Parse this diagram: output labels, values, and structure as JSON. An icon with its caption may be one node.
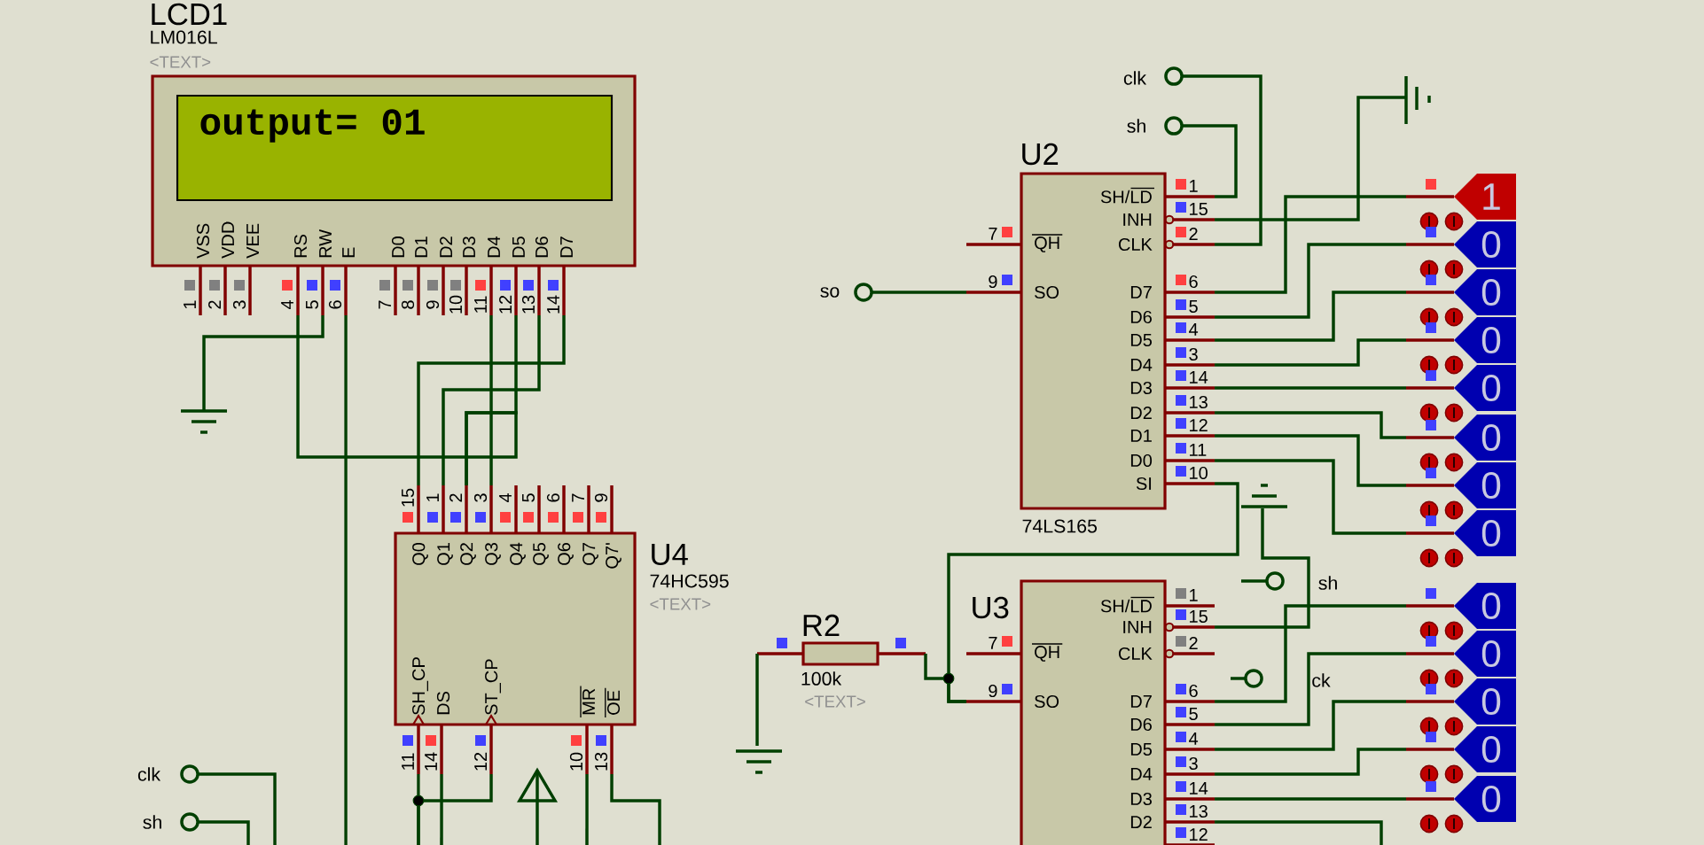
{
  "diagram": {
    "nodes": [
      {
        "text": [
          "LCD1",
          "VSS",
          "VDD",
          "VEE",
          "RS",
          "RW",
          "E",
          "D0",
          "D1",
          "D2",
          "D3",
          "D4",
          "D5",
          "D6",
          "D7"
        ],
        "beside": [
          "LM016L",
          "<TEXT>",
          "1",
          "2",
          "3",
          "4",
          "5",
          "6",
          "7",
          "8",
          "9",
          "10",
          "11",
          "12",
          "13",
          "14"
        ]
      },
      {
        "text": [
          "output= 01"
        ],
        "in": 0
      },
      {
        "text": [
          "U4",
          "Q0",
          "Q1",
          "Q2",
          "Q3",
          "Q4",
          "Q5",
          "Q6",
          "Q7",
          "Q7'",
          "SH_CP",
          "DS",
          "ST_CP",
          "MR",
          "OE"
        ],
        "beside": [
          "74HC595",
          "<TEXT>",
          "15",
          "1",
          "2",
          "3",
          "4",
          "5",
          "6",
          "7",
          "9",
          "11",
          "14",
          "12",
          "10",
          "13"
        ]
      },
      {
        "text": [
          "U2",
          "SH/LD",
          "INH",
          "CLK",
          "QH",
          "SO",
          "D7",
          "D6",
          "D5",
          "D4",
          "D3",
          "D2",
          "D1",
          "D0",
          "SI"
        ],
        "beside": [
          "74LS165",
          "1",
          "15",
          "2",
          "7",
          "9",
          "6",
          "5",
          "4",
          "3",
          "14",
          "13",
          "12",
          "11",
          "10"
        ]
      },
      {
        "text": [
          "U3",
          "SH/LD",
          "INH",
          "CLK",
          "QH",
          "SO",
          "D7",
          "D6",
          "D5",
          "D4",
          "D3",
          "D2"
        ],
        "beside": [
          "1",
          "15",
          "2",
          "7",
          "9",
          "6",
          "5",
          "4",
          "3",
          "14",
          "13",
          "12"
        ]
      },
      {
        "text": [
          "R2"
        ],
        "beside": [
          "100k",
          "<TEXT>"
        ]
      },
      {
        "text": [
          "clk"
        ]
      },
      {
        "text": [
          "sh"
        ]
      },
      {
        "text": [
          "so"
        ]
      },
      {
        "text": [
          "sh"
        ]
      },
      {
        "text": [
          "ck"
        ]
      },
      {
        "text": [
          "clk"
        ]
      },
      {
        "text": [
          "sh"
        ]
      },
      {
        "text": [
          "1"
        ]
      },
      {
        "text": [
          "0"
        ]
      },
      {
        "text": [
          "0"
        ]
      },
      {
        "text": [
          "0"
        ]
      },
      {
        "text": [
          "0"
        ]
      },
      {
        "text": [
          "0"
        ]
      },
      {
        "text": [
          "0"
        ]
      },
      {
        "text": [
          "0"
        ]
      },
      {
        "text": [
          "0"
        ]
      },
      {
        "text": [
          "0"
        ]
      },
      {
        "text": [
          "0"
        ]
      },
      {
        "text": [
          "0"
        ]
      },
      {
        "text": [
          "0"
        ]
      },
      {
        "text": [],
        "shape": "ground"
      },
      {
        "text": [],
        "shape": "ground"
      },
      {
        "text": [],
        "shape": "ground"
      },
      {
        "text": [],
        "shape": "battery"
      },
      {
        "text": [],
        "shape": "triangle"
      }
    ],
    "edges": [
      {
        "from": 0,
        "to": 2,
        "arrow": "none"
      },
      {
        "from": 0,
        "to": 2,
        "arrow": "none"
      },
      {
        "from": 0,
        "to": 2,
        "arrow": "none"
      },
      {
        "from": 0,
        "to": 2,
        "arrow": "none"
      },
      {
        "from": 0,
        "to": 2,
        "arrow": "none"
      },
      {
        "from": 0,
        "to": 26,
        "arrow": "none"
      },
      {
        "from": 0,
        "to": null,
        "arrow": "none"
      },
      {
        "from": 2,
        "to": null,
        "arrow": "none"
      },
      {
        "from": 2,
        "to": null,
        "arrow": "none"
      },
      {
        "from": 2,
        "to": null,
        "arrow": "none"
      },
      {
        "from": 2,
        "to": null,
        "arrow": "none"
      },
      {
        "from": 2,
        "to": null,
        "arrow": "none"
      },
      {
        "from": 30,
        "to": null,
        "arrow": "none"
      },
      {
        "from": 11,
        "to": null,
        "arrow": "none"
      },
      {
        "from": 12,
        "to": null,
        "arrow": "none"
      },
      {
        "from": 6,
        "to": 3,
        "arrow": "none"
      },
      {
        "from": 7,
        "to": 3,
        "arrow": "none"
      },
      {
        "from": 8,
        "to": 3,
        "arrow": "none"
      },
      {
        "from": 3,
        "to": 29,
        "arrow": "none"
      },
      {
        "from": 3,
        "to": 13,
        "arrow": "none"
      },
      {
        "from": 3,
        "to": 14,
        "arrow": "none"
      },
      {
        "from": 3,
        "to": 15,
        "arrow": "none"
      },
      {
        "from": 3,
        "to": 16,
        "arrow": "none"
      },
      {
        "from": 3,
        "to": 17,
        "arrow": "none"
      },
      {
        "from": 3,
        "to": 18,
        "arrow": "none"
      },
      {
        "from": 3,
        "to": 19,
        "arrow": "none"
      },
      {
        "from": 3,
        "to": 20,
        "arrow": "none"
      },
      {
        "from": 3,
        "to": 4,
        "arrow": "none"
      },
      {
        "from": 5,
        "to": 4,
        "arrow": "none"
      },
      {
        "from": 5,
        "to": 27,
        "arrow": "none"
      },
      {
        "from": 28,
        "to": 4,
        "arrow": "none"
      },
      {
        "from": 9,
        "to": null,
        "arrow": "none"
      },
      {
        "from": 10,
        "to": null,
        "arrow": "none"
      },
      {
        "from": 4,
        "to": 21,
        "arrow": "none"
      },
      {
        "from": 4,
        "to": 22,
        "arrow": "none"
      },
      {
        "from": 4,
        "to": 23,
        "arrow": "none"
      },
      {
        "from": 4,
        "to": 24,
        "arrow": "none"
      },
      {
        "from": 4,
        "to": 25,
        "arrow": "none"
      },
      {
        "from": 4,
        "to": null,
        "arrow": "none"
      }
    ]
  }
}
